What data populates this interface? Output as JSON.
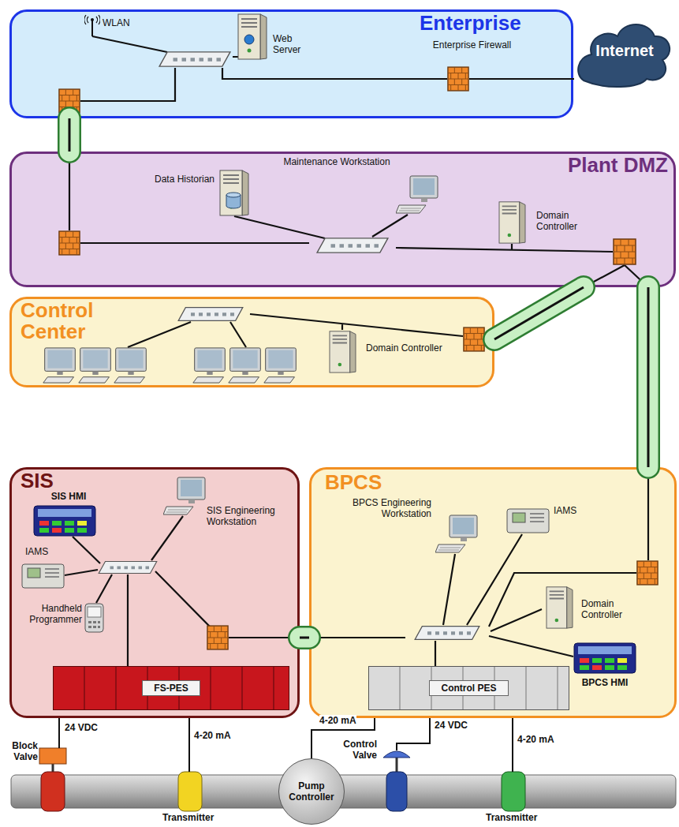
{
  "diagram": {
    "nodes": [
      {
        "text": [
          "Enterprise"
        ]
      },
      {
        "text": [
          "WLAN"
        ],
        "in": 0
      },
      {
        "text": [
          "Web Server"
        ],
        "in": 0
      },
      {
        "text": [
          "Enterprise Firewall"
        ],
        "in": 0
      },
      {
        "text": [
          "Internet"
        ]
      },
      {
        "text": [
          "Plant DMZ"
        ]
      },
      {
        "text": [
          "Data Historian"
        ],
        "in": 5
      },
      {
        "text": [
          "Maintenance Workstation"
        ],
        "in": 5
      },
      {
        "text": [
          "Domain Controller"
        ],
        "in": 5
      },
      {
        "text": [
          "Control Center"
        ]
      },
      {
        "text": [
          "Domain Controller"
        ],
        "in": 9
      },
      {
        "text": [
          "SIS"
        ]
      },
      {
        "text": [
          "SIS HMI"
        ],
        "in": 11
      },
      {
        "text": [
          "SIS Engineering Workstation"
        ],
        "in": 11
      },
      {
        "text": [
          "IAMS"
        ],
        "in": 11
      },
      {
        "text": [
          "Handheld Programmer"
        ],
        "in": 11
      },
      {
        "text": [
          "FS-PES"
        ],
        "in": 11
      },
      {
        "text": [
          "BPCS"
        ]
      },
      {
        "text": [
          "BPCS Engineering Workstation"
        ],
        "in": 17
      },
      {
        "text": [
          "IAMS"
        ],
        "in": 17
      },
      {
        "text": [
          "Domain Controller"
        ],
        "in": 17
      },
      {
        "text": [
          "BPCS HMI"
        ],
        "in": 17
      },
      {
        "text": [
          "Control PES"
        ],
        "in": 17
      },
      {
        "text": [
          "Pump Controller"
        ]
      }
    ],
    "edges": [
      {
        "from": 0,
        "to": 5,
        "arrow": "none"
      },
      {
        "from": 3,
        "to": 4,
        "arrow": "none"
      },
      {
        "from": 5,
        "to": 9,
        "arrow": "none"
      },
      {
        "from": 5,
        "to": 17,
        "arrow": "none"
      },
      {
        "from": 11,
        "to": 17,
        "arrow": "none"
      }
    ],
    "labels": [
      "Block Valve",
      "24 VDC",
      "4-20 mA",
      "Transmitter",
      "4-20 mA",
      "Control Valve",
      "24 VDC",
      "4-20 mA",
      "Transmitter"
    ]
  }
}
